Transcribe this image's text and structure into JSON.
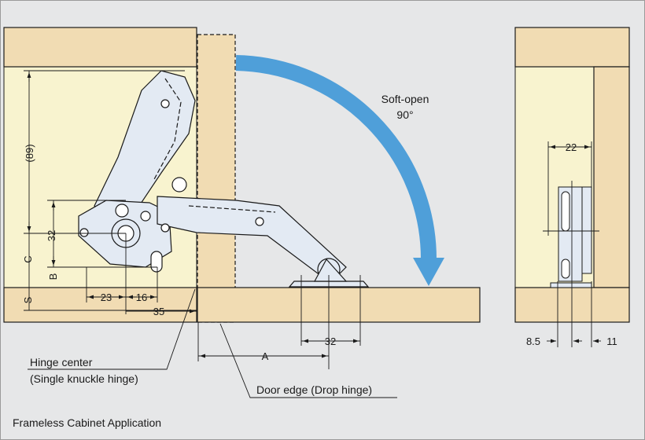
{
  "colors": {
    "background": "#e6e7e8",
    "wood": "#f1dcb3",
    "cabinet_interior": "#f8f3cf",
    "hinge_metal": "#e3eaf3",
    "arrow": "#4f9fd9",
    "line": "#1a1a1a"
  },
  "labels": {
    "soft_open_line1": "Soft-open",
    "soft_open_line2": "90°",
    "hinge_center_line1": "Hinge center",
    "hinge_center_line2": "(Single knuckle hinge)",
    "door_edge": "Door edge (Drop hinge)",
    "caption": "Frameless Cabinet Application"
  },
  "dimensions": {
    "d89": "(89)",
    "d32_vertical": "32",
    "dC": "C",
    "dB": "B",
    "dS": "S",
    "d23": "23",
    "d16": "16",
    "d35": "35",
    "dA": "A",
    "d32_bottom": "32",
    "d22": "22",
    "d8_5": "8.5",
    "d11": "11"
  },
  "icons": [
    "hinge-mechanism-icon",
    "mounting-plate-icon",
    "rotation-arrow-icon"
  ]
}
